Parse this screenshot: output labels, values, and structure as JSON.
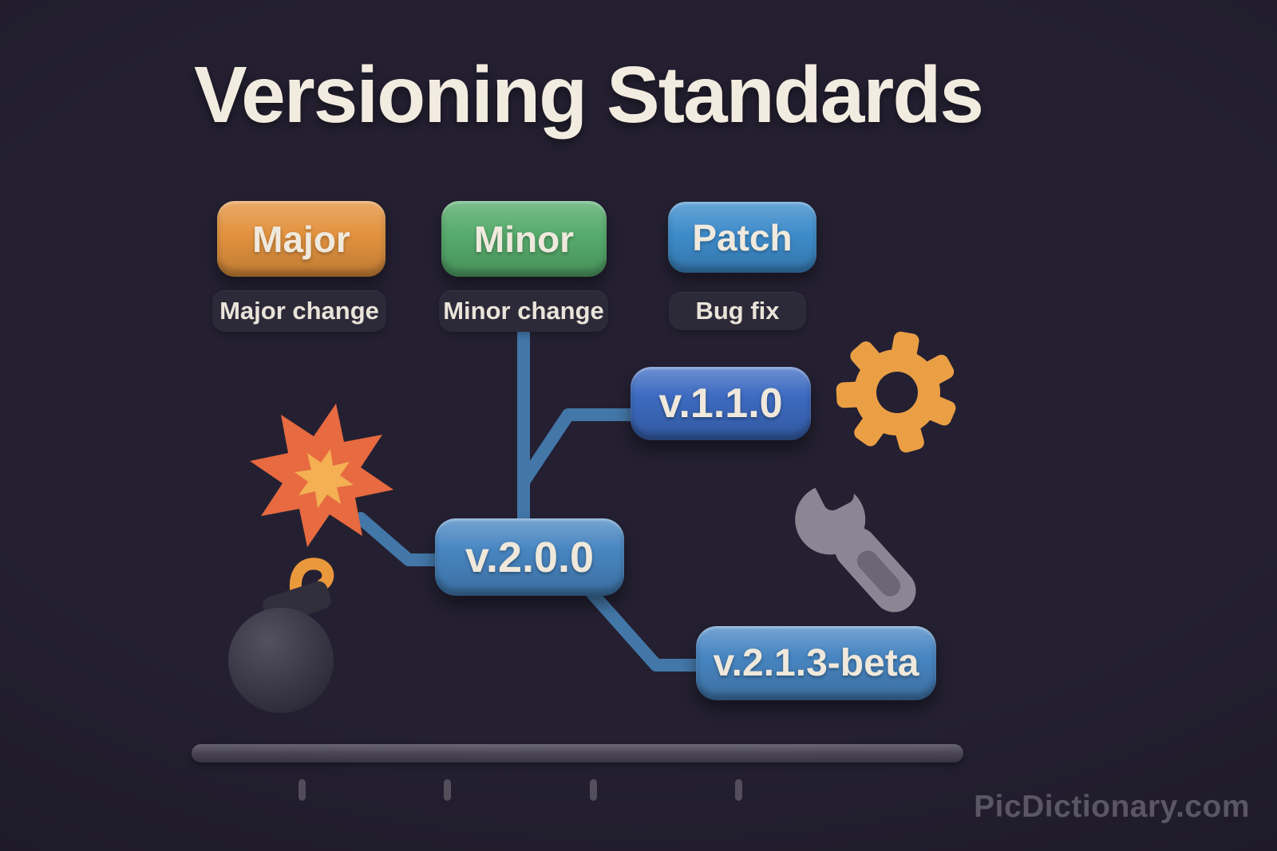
{
  "title": "Versioning Standards",
  "badges": [
    {
      "label": "Major",
      "description": "Major change",
      "color": "#e2923e"
    },
    {
      "label": "Minor",
      "description": "Minor change",
      "color": "#56ab6c"
    },
    {
      "label": "Patch",
      "description": "Bug fix",
      "color": "#3e8ccb"
    }
  ],
  "nodes": [
    {
      "label": "v.1.1.0",
      "color": "#3d6bc1"
    },
    {
      "label": "v.2.0.0",
      "color": "#4886c2"
    },
    {
      "label": "v.2.1.3-beta",
      "color": "#4886c2"
    }
  ],
  "icons": [
    {
      "name": "explosion-icon",
      "color": "#e76a40"
    },
    {
      "name": "bomb-icon",
      "color": "#3d3b49"
    },
    {
      "name": "gear-icon",
      "color": "#eb9f45"
    },
    {
      "name": "wrench-icon",
      "color": "#8a8694"
    }
  ],
  "timeline": {
    "tick_count": 4
  },
  "watermark": "PicDictionary.com",
  "colors": {
    "bg": "#242032",
    "title_text": "#f2ebdf",
    "badge_text": "#f0e9dd",
    "badge_major": "#e2923e",
    "badge_minor": "#56ab6c",
    "badge_patch": "#3e8ccb",
    "pill_bg": "#2c2938",
    "pill_text": "#e9e3d9",
    "connector": "#4377a8",
    "node_royal": "#3d6bc1",
    "node_steel": "#4886c2",
    "node_text": "#efe8db",
    "icon_red": "#e76a40",
    "icon_yellow": "#f4b053",
    "icon_orange": "#eb9f45",
    "icon_gray": "#8a8694",
    "icon_gray_dark": "#6b6775",
    "bomb_body": "#3d3b49",
    "bomb_cap": "#312f3b",
    "fuse": "#e9983c",
    "timeline_bar": "#4b4657",
    "tick": "#575260",
    "watermark": "#5a5663"
  }
}
